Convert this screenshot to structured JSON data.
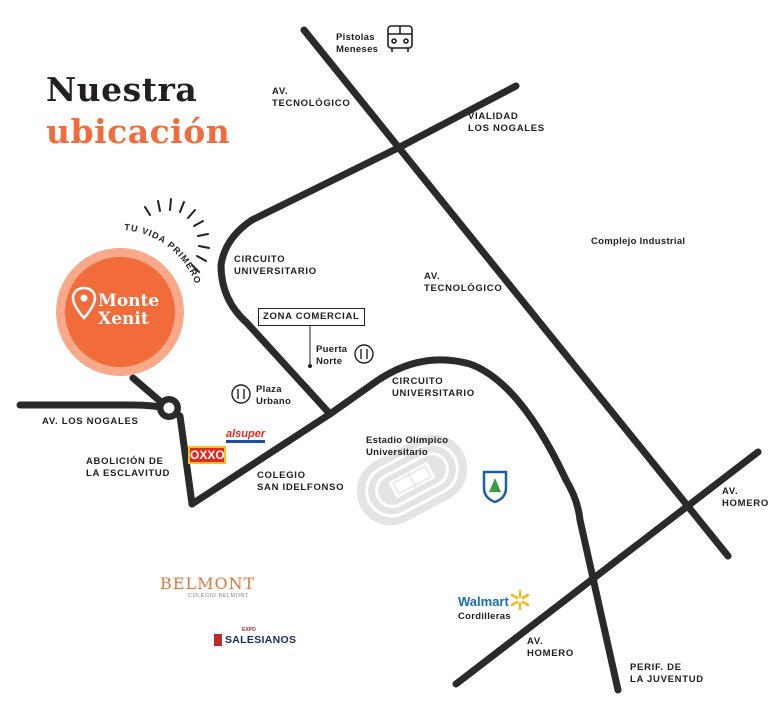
{
  "title": {
    "line1": "Nuestra",
    "line2": "ubicación"
  },
  "brand": {
    "name_line1": "Monte",
    "name_line2": "Xenit",
    "slogan": "TU VIDA PRIMERO"
  },
  "colors": {
    "dark": "#231f20",
    "orange": "#f26b3a",
    "orange_light": "#f8a27f",
    "road": "#2a2a2a",
    "stadium": "#d9d9d9"
  },
  "roads": {
    "av_tecnologico_top": "AV.\nTECNOLÓGICO",
    "vialidad_nogales": "VIALIDAD\nLOS NOGALES",
    "circuito_universitario_1": "CIRCUITO\nUNIVERSITARIO",
    "av_tecnologico_mid": "AV.\nTECNOLÓGICO",
    "circuito_universitario_2": "CIRCUITO\nUNIVERSITARIO",
    "av_los_nogales": "AV. LOS NOGALES",
    "abolicion": "ABOLICIÓN DE\nLA ESCLAVITUD",
    "colegio": "COLEGIO\nSAN IDELFONSO",
    "av_homero_right": "AV.\nHOMERO",
    "av_homero_bottom": "AV.\nHOMERO",
    "perif_juventud": "PERIF. DE\nLA JUVENTUD"
  },
  "places": {
    "pistolas": "Pistolas\nMeneses",
    "complejo": "Complejo Industrial",
    "zona_comercial": "ZONA COMERCIAL",
    "puerta_norte": "Puerta\nNorte",
    "plaza_urbano": "Plaza\nUrbano",
    "estadio": "Estadio Olímpico\nUniversitario",
    "walmart_sub": "Cordilleras"
  },
  "logos": {
    "oxxo": "OXXO",
    "alsuper": "alsuper",
    "belmont": "BELMONT",
    "belmont_sub": "COLEGIO BELMONT",
    "salesianos": "SALESIANOS",
    "salesianos_sup": "EXPO",
    "walmart": "Walmart"
  },
  "icons": [
    "bus-icon",
    "food-icon",
    "food-icon",
    "location-pin-icon",
    "roundabout-icon",
    "sunburst-icon",
    "stadium-icon",
    "shield-emblem-icon",
    "spark-icon"
  ]
}
